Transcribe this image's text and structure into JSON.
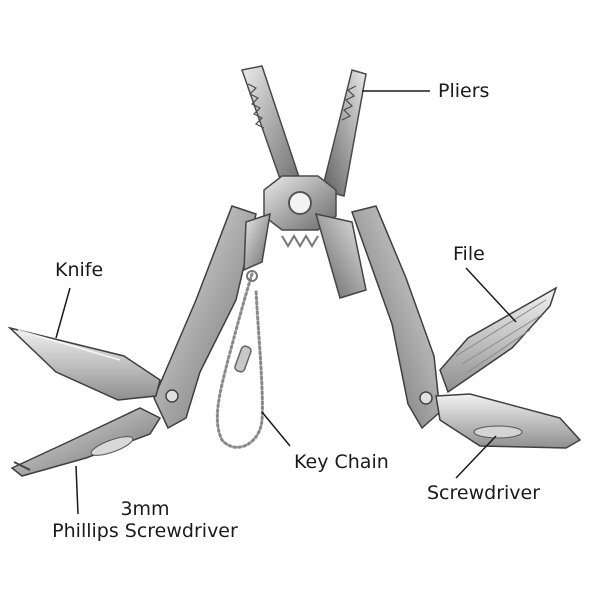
{
  "labels": {
    "pliers": "Pliers",
    "knife": "Knife",
    "file": "File",
    "key_chain": "Key Chain",
    "screwdriver": "Screwdriver",
    "phillips_line1": "3mm",
    "phillips_line2": "Phillips Screwdriver"
  },
  "colors": {
    "background": "#ffffff",
    "text": "#1a1a1a",
    "steel_light": "#d9d9d9",
    "steel_mid": "#a9a9a9",
    "steel_dark": "#5f5f5f"
  }
}
